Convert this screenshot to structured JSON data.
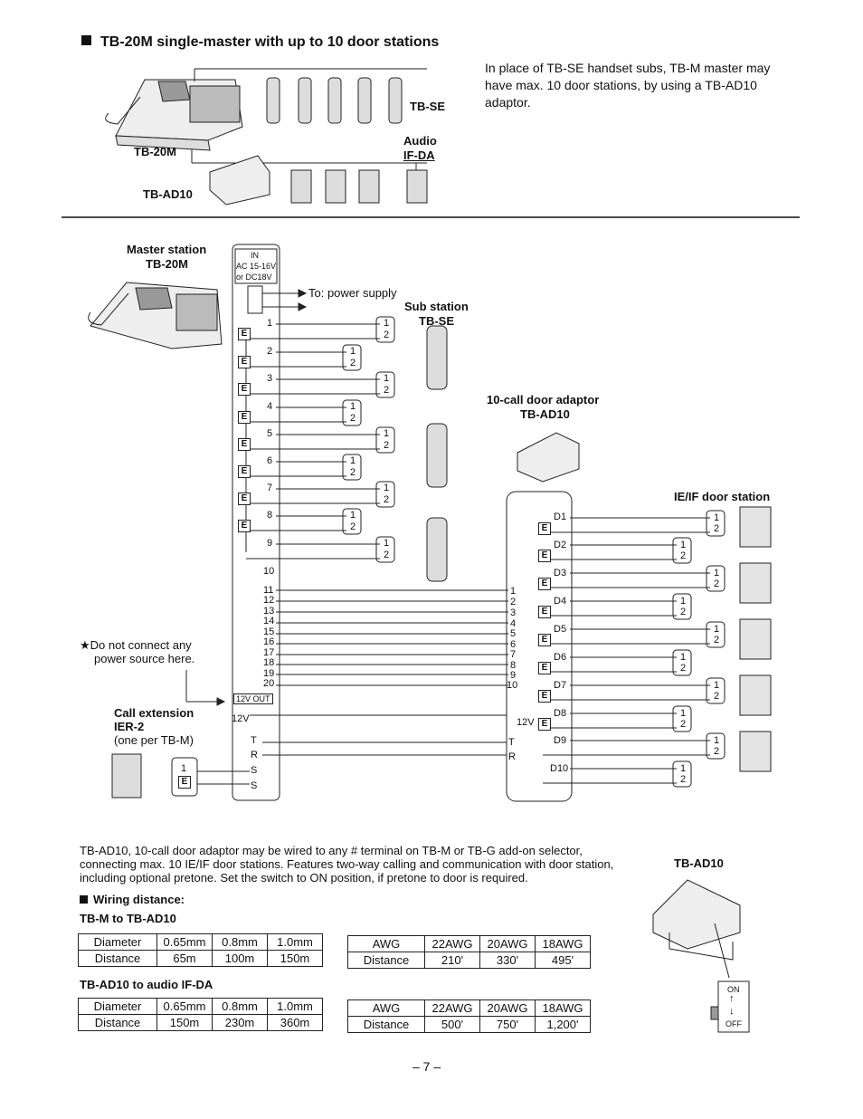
{
  "header": {
    "title": "TB-20M single-master with up to 10 door stations"
  },
  "overview": {
    "intro": "In place of TB-SE handset subs, TB-M master may have max. 10 door stations, by using a TB-AD10 adaptor.",
    "label_master": "TB-20M",
    "label_adaptor": "TB-AD10",
    "label_subs": "TB-SE",
    "label_audio_1": "Audio",
    "label_audio_2": "IF-DA"
  },
  "diagram": {
    "master_label_1": "Master station",
    "master_label_2": "TB-20M",
    "in_label": "IN",
    "in_spec_1": "AC 15-16V",
    "in_spec_2": "or DC18V",
    "to_power": "To: power supply",
    "sub_label_1": "Sub station",
    "sub_label_2": "TB-SE",
    "adaptor_label_1": "10-call door adaptor",
    "adaptor_label_2": "TB-AD10",
    "door_label": "IE/IF door station",
    "note_1": "★Do not connect any",
    "note_2": "power source here.",
    "callext_1": "Call extension",
    "callext_2": "IER-2",
    "callext_3": "(one per TB-M)",
    "out_label": "12V OUT",
    "v12": "12V",
    "v12_right": "12V",
    "term_T": "T",
    "term_R": "R",
    "term_S": "S",
    "e_mark": "E",
    "one": "1",
    "two": "2",
    "master_terms": [
      "1",
      "2",
      "3",
      "4",
      "5",
      "6",
      "7",
      "8",
      "9",
      "10",
      "11",
      "12",
      "13",
      "14",
      "15",
      "16",
      "17",
      "18",
      "19",
      "20"
    ],
    "adaptor_terms": [
      "1",
      "2",
      "3",
      "4",
      "5",
      "6",
      "7",
      "8",
      "9",
      "10"
    ],
    "door_ids": [
      "D1",
      "D2",
      "D3",
      "D4",
      "D5",
      "D6",
      "D7",
      "D8",
      "D9",
      "D10"
    ]
  },
  "body": {
    "paragraph": "TB-AD10, 10-call door adaptor may be wired to any # terminal on TB-M or TB-G add-on selector, connecting max. 10 IE/IF door stations. Features two-way calling and communication with door station, including optional pretone. Set the switch to ON position, if pretone to door is required.",
    "wiring_title": "Wiring distance:",
    "sub1": "TB-M to TB-AD10",
    "sub2": "TB-AD10 to audio IF-DA",
    "right_label": "TB-AD10",
    "switch_on": "ON",
    "switch_off": "OFF"
  },
  "tables": {
    "t1_metric": {
      "headers": [
        "Diameter",
        "0.65mm",
        "0.8mm",
        "1.0mm"
      ],
      "row": [
        "Distance",
        "65m",
        "100m",
        "150m"
      ]
    },
    "t1_awg": {
      "headers": [
        "AWG",
        "22AWG",
        "20AWG",
        "18AWG"
      ],
      "row": [
        "Distance",
        "210'",
        "330'",
        "495'"
      ]
    },
    "t2_metric": {
      "headers": [
        "Diameter",
        "0.65mm",
        "0.8mm",
        "1.0mm"
      ],
      "row": [
        "Distance",
        "150m",
        "230m",
        "360m"
      ]
    },
    "t2_awg": {
      "headers": [
        "AWG",
        "22AWG",
        "20AWG",
        "18AWG"
      ],
      "row": [
        "Distance",
        "500'",
        "750'",
        "1,200'"
      ]
    }
  },
  "footer": {
    "page": "– 7 –"
  }
}
